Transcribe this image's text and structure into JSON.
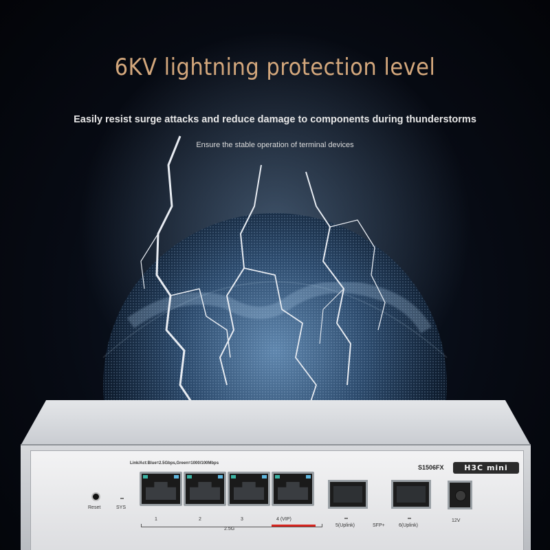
{
  "headline": "6KV lightning protection level",
  "subtitle": "Easily resist surge attacks and reduce damage to components during thunderstorms",
  "subline": "Ensure the stable operation of terminal devices",
  "device": {
    "link_label": "Link/Act:Blue=2.5Gbps,Green=1000/100Mbps",
    "model": "S1506FX",
    "brand": "H3C mini",
    "reset_label": "Reset",
    "sys_label": "SYS",
    "ports": [
      {
        "label": "1"
      },
      {
        "label": "2"
      },
      {
        "label": "3"
      },
      {
        "label": "4 (VIP)"
      }
    ],
    "port_group_label": "2.5G",
    "sfp_ports": [
      {
        "label": "5(Uplink)"
      },
      {
        "label": "SFP+"
      },
      {
        "label": "6(Uplink)"
      }
    ],
    "power_label": "12V"
  },
  "colors": {
    "headline": "#d3a77c",
    "vip_marker": "#d6251f",
    "led_green": "#3bb3a5",
    "led_blue": "#5fb7e0"
  }
}
